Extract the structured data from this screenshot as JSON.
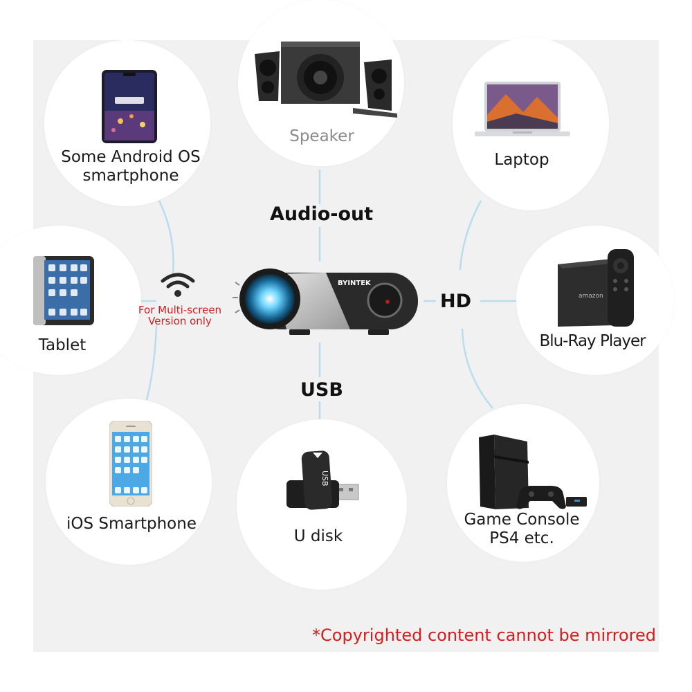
{
  "devices": {
    "android": "Some Android OS smartphone",
    "android_l1": "Some Android OS",
    "android_l2": "smartphone",
    "speaker": "Speaker",
    "laptop": "Laptop",
    "tablet": "Tablet",
    "bluray": "Blu-Ray Player",
    "ios": "iOS Smartphone",
    "udisk": "U disk",
    "console_l1": "Game Console",
    "console_l2": "PS4 etc."
  },
  "connections": {
    "audio": "Audio-out",
    "hd": "HD",
    "usb": "USB",
    "wifi_note_l1": "For Multi-screen",
    "wifi_note_l2": "Version only"
  },
  "brand": {
    "projector": "BYINTEK",
    "amazon": "amazon",
    "usb_stick": "USB"
  },
  "footer": {
    "copyright": "*Copyrighted content cannot be mirrored"
  },
  "colors": {
    "background": "#f1f1f1",
    "line": "#b9dcef",
    "note_red": "#cc1f1f",
    "copyright_red": "#d41d1d"
  },
  "icons": [
    "wifi-icon",
    "projector-icon",
    "phone-icon",
    "speaker-icon",
    "laptop-icon",
    "tablet-icon",
    "tv-box-icon",
    "remote-icon",
    "iphone-icon",
    "usb-stick-icon",
    "game-console-icon",
    "controller-icon"
  ]
}
